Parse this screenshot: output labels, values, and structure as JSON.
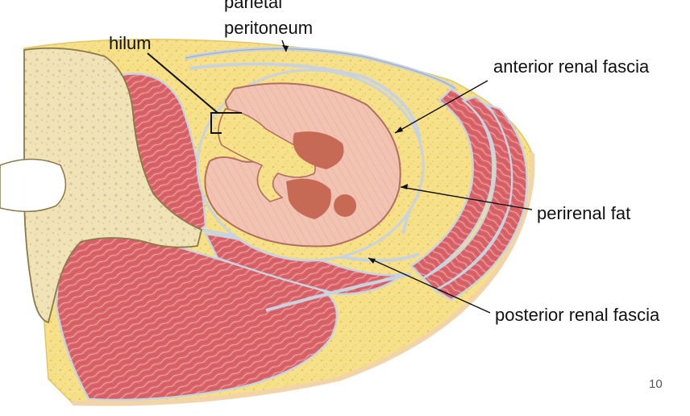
{
  "labels": {
    "parietal_line1": "parietal",
    "parietal_line2": "peritoneum",
    "hilum": "hilum",
    "anterior_renal_fascia": "anterior renal fascia",
    "perirenal_fat": "perirenal fat",
    "posterior_renal_fascia": "posterior renal fascia"
  },
  "page_number": "10",
  "colors": {
    "fat": "#f6e08a",
    "fat_speckle": "#e8c65a",
    "muscle": "#d9646a",
    "muscle_striation": "#f1b3b3",
    "bone": "#f0e3b8",
    "bone_pores": "#d9c489",
    "kidney": "#f2c2b3",
    "medulla": "#c66a55",
    "fascia": "#c9d3df",
    "leader_line": "#111111"
  }
}
